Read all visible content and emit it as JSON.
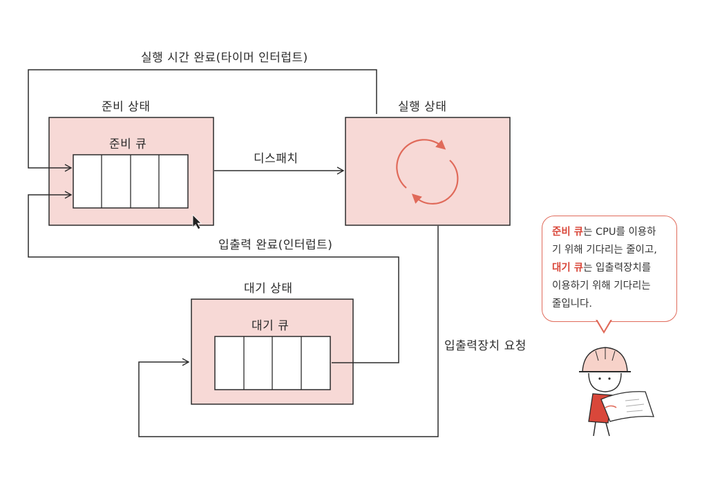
{
  "labels": {
    "timer_interrupt": "실행 시간 완료(타이머 인터럽트)",
    "ready_state": "준비 상태",
    "ready_queue": "준비 큐",
    "dispatch": "디스패치",
    "running_state": "실행 상태",
    "io_complete": "입출력 완료(인터럽트)",
    "waiting_state": "대기 상태",
    "waiting_queue": "대기 큐",
    "io_request": "입출력장치 요청"
  },
  "bubble": {
    "line1_hl": "준비 큐",
    "line1_rest": "는 CPU를 이용하",
    "line2": "기 위해 기다리는 줄이고,",
    "line3_hl": "대기 큐",
    "line3_rest": "는 입출력장치를",
    "line4": "이용하기 위해 기다리는",
    "line5": "줄입니다."
  },
  "colors": {
    "box_fill": "#f7d9d6",
    "accent": "#e06a5a",
    "line": "#2b2b2b"
  }
}
